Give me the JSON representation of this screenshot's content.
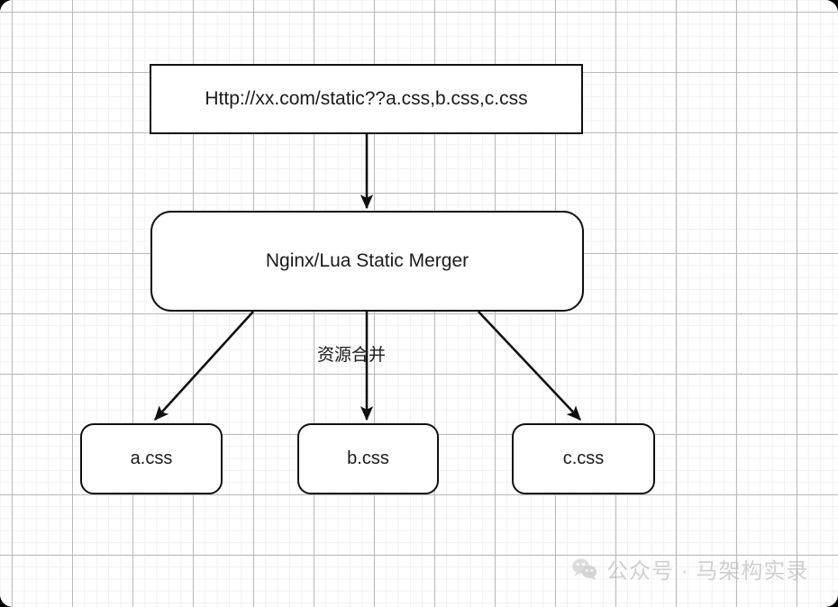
{
  "diagram": {
    "title": "Nginx/Lua static resource merging flow",
    "nodes": [
      {
        "id": "request",
        "label": "Http://xx.com/static??a.css,b.css,c.css",
        "shape": "rectangle"
      },
      {
        "id": "merger",
        "label": "Nginx/Lua Static Merger",
        "shape": "rounded-rectangle"
      },
      {
        "id": "a",
        "label": "a.css",
        "shape": "rounded-rectangle"
      },
      {
        "id": "b",
        "label": "b.css",
        "shape": "rounded-rectangle"
      },
      {
        "id": "c",
        "label": "c.css",
        "shape": "rounded-rectangle"
      }
    ],
    "edges": [
      {
        "from": "request",
        "to": "merger",
        "label": ""
      },
      {
        "from": "merger",
        "to": "a",
        "label": ""
      },
      {
        "from": "merger",
        "to": "b",
        "label": "资源合并"
      },
      {
        "from": "merger",
        "to": "c",
        "label": ""
      }
    ],
    "edge_label": "资源合并"
  },
  "watermark": {
    "text": "公众号 · 马架构实录",
    "icon": "wechat-icon",
    "color": "#b4b4b4"
  },
  "colors": {
    "stroke": "#101010",
    "node_fill": "#ffffff",
    "text": "#1a1a1a",
    "grid_minor": "#f0f0f0",
    "grid_major": "#b9b9b9",
    "canvas": "#ffffff",
    "backdrop": "#000000"
  }
}
